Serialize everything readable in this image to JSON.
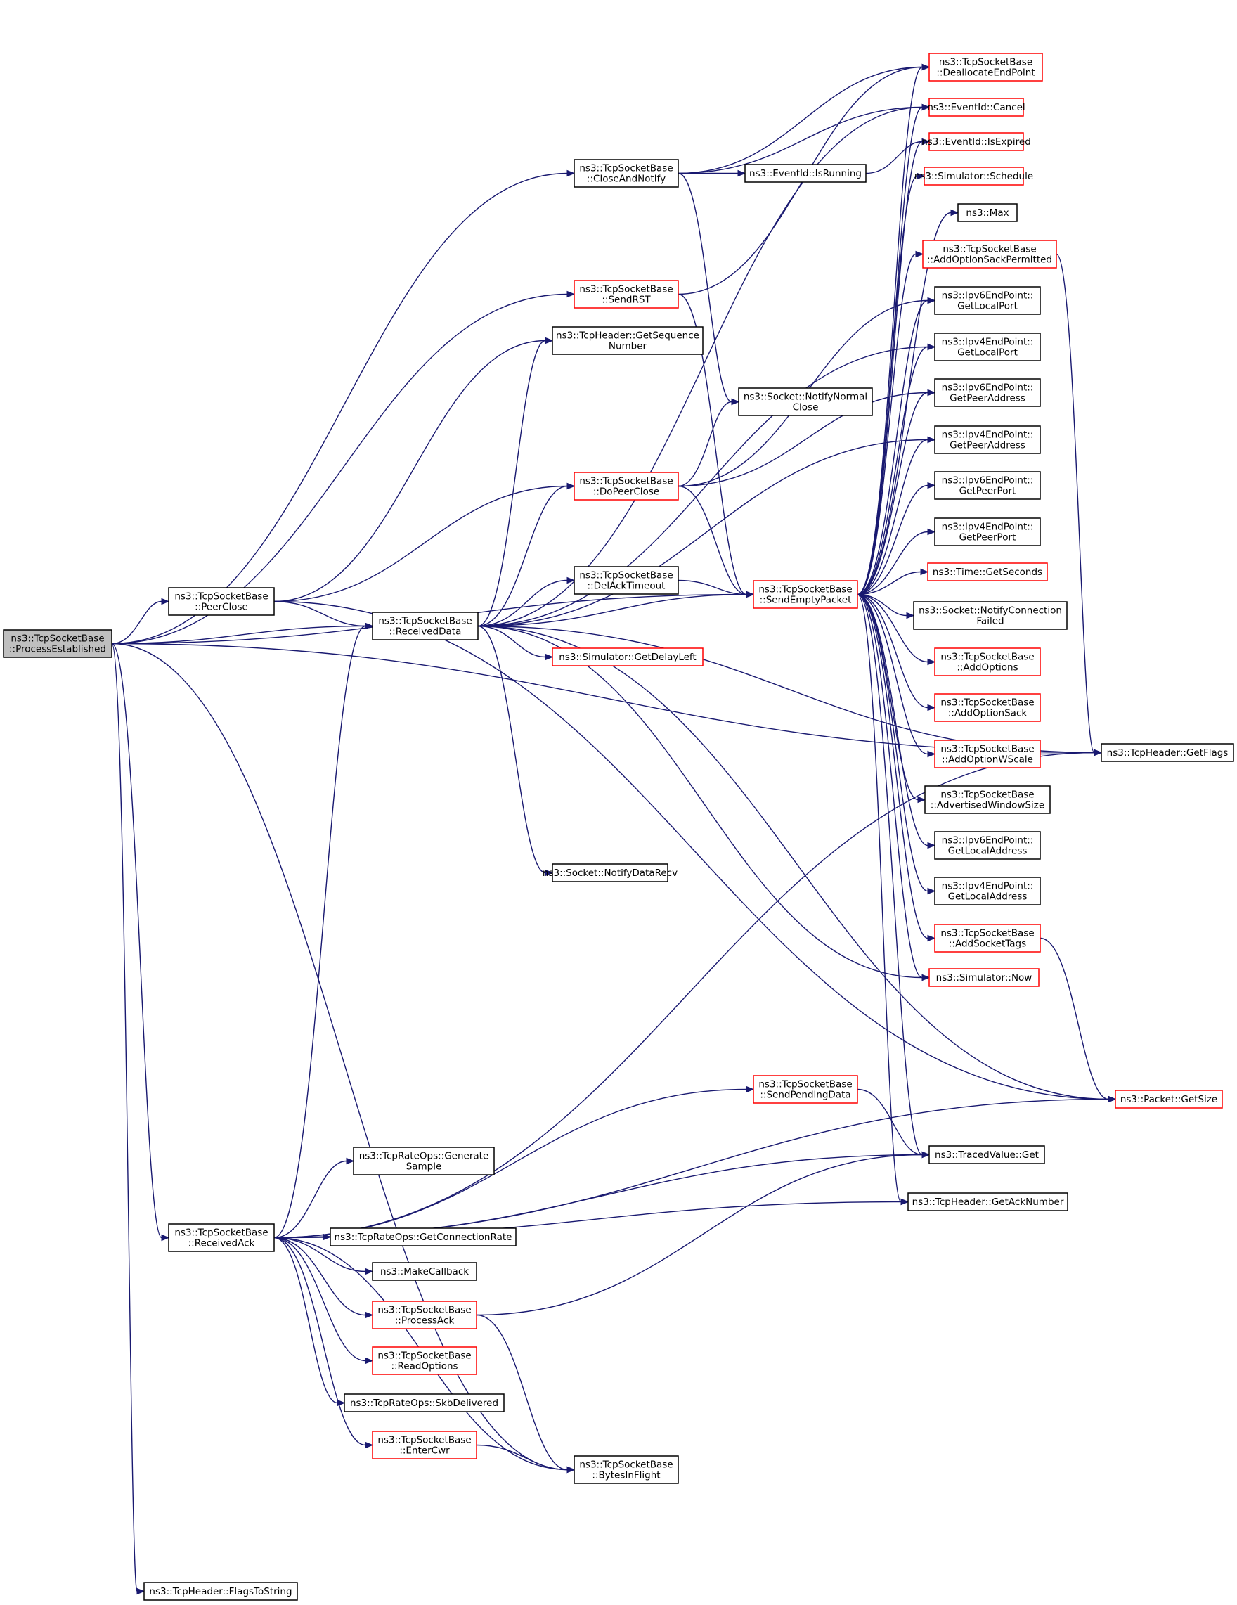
{
  "colors": {
    "edge": "#191970",
    "border_default": "#000000",
    "border_truncated": "#ff0000",
    "fill_default": "#ffffff",
    "fill_root": "#bfbfbf"
  },
  "nodes": [
    {
      "id": "n0",
      "lines": [
        "ns3::TcpSocketBase",
        "::ProcessEstablished"
      ],
      "style": "root"
    },
    {
      "id": "n1",
      "lines": [
        "ns3::TcpSocketBase",
        "::CloseAndNotify"
      ],
      "style": "normal"
    },
    {
      "id": "n2",
      "lines": [
        "ns3::TcpSocketBase",
        "::DeallocateEndPoint"
      ],
      "style": "truncated"
    },
    {
      "id": "n3",
      "lines": [
        "ns3::EventId::Cancel"
      ],
      "style": "truncated"
    },
    {
      "id": "n4",
      "lines": [
        "ns3::EventId::IsExpired"
      ],
      "style": "truncated"
    },
    {
      "id": "n5",
      "lines": [
        "ns3::EventId::IsRunning"
      ],
      "style": "normal"
    },
    {
      "id": "n6",
      "lines": [
        "ns3::Simulator::Schedule"
      ],
      "style": "truncated"
    },
    {
      "id": "n7",
      "lines": [
        "ns3::Max"
      ],
      "style": "normal"
    },
    {
      "id": "n8",
      "lines": [
        "ns3::TcpSocketBase",
        "::AddOptionSackPermitted"
      ],
      "style": "truncated"
    },
    {
      "id": "n9",
      "lines": [
        "ns3::TcpSocketBase",
        "::SendRST"
      ],
      "style": "truncated"
    },
    {
      "id": "n10",
      "lines": [
        "ns3::TcpHeader::GetSequence",
        "Number"
      ],
      "style": "normal"
    },
    {
      "id": "n11",
      "lines": [
        "ns3::Socket::NotifyNormal",
        "Close"
      ],
      "style": "normal"
    },
    {
      "id": "n12",
      "lines": [
        "ns3::Ipv6EndPoint::",
        "GetLocalPort"
      ],
      "style": "normal"
    },
    {
      "id": "n13",
      "lines": [
        "ns3::Ipv4EndPoint::",
        "GetLocalPort"
      ],
      "style": "normal"
    },
    {
      "id": "n14",
      "lines": [
        "ns3::Ipv6EndPoint::",
        "GetPeerAddress"
      ],
      "style": "normal"
    },
    {
      "id": "n15",
      "lines": [
        "ns3::Ipv4EndPoint::",
        "GetPeerAddress"
      ],
      "style": "normal"
    },
    {
      "id": "n16",
      "lines": [
        "ns3::TcpSocketBase",
        "::DoPeerClose"
      ],
      "style": "truncated"
    },
    {
      "id": "n17",
      "lines": [
        "ns3::Ipv6EndPoint::",
        "GetPeerPort"
      ],
      "style": "normal"
    },
    {
      "id": "n18",
      "lines": [
        "ns3::Ipv4EndPoint::",
        "GetPeerPort"
      ],
      "style": "normal"
    },
    {
      "id": "n19",
      "lines": [
        "ns3::TcpSocketBase",
        "::DelAckTimeout"
      ],
      "style": "normal"
    },
    {
      "id": "n20",
      "lines": [
        "ns3::TcpSocketBase",
        "::SendEmptyPacket"
      ],
      "style": "truncated"
    },
    {
      "id": "n21",
      "lines": [
        "ns3::Time::GetSeconds"
      ],
      "style": "truncated"
    },
    {
      "id": "n22",
      "lines": [
        "ns3::TcpSocketBase",
        "::PeerClose"
      ],
      "style": "normal"
    },
    {
      "id": "n23",
      "lines": [
        "ns3::TcpSocketBase",
        "::ReceivedData"
      ],
      "style": "normal"
    },
    {
      "id": "n24",
      "lines": [
        "ns3::Socket::NotifyConnection",
        "Failed"
      ],
      "style": "normal"
    },
    {
      "id": "n25",
      "lines": [
        "ns3::Simulator::GetDelayLeft"
      ],
      "style": "truncated"
    },
    {
      "id": "n26",
      "lines": [
        "ns3::TcpSocketBase",
        "::AddOptions"
      ],
      "style": "truncated"
    },
    {
      "id": "n27",
      "lines": [
        "ns3::TcpSocketBase",
        "::AddOptionSack"
      ],
      "style": "truncated"
    },
    {
      "id": "n28",
      "lines": [
        "ns3::TcpSocketBase",
        "::AddOptionWScale"
      ],
      "style": "truncated"
    },
    {
      "id": "n29",
      "lines": [
        "ns3::TcpHeader::GetFlags"
      ],
      "style": "normal"
    },
    {
      "id": "n30",
      "lines": [
        "ns3::TcpSocketBase",
        "::AdvertisedWindowSize"
      ],
      "style": "normal"
    },
    {
      "id": "n31",
      "lines": [
        "ns3::Ipv6EndPoint::",
        "GetLocalAddress"
      ],
      "style": "normal"
    },
    {
      "id": "n32",
      "lines": [
        "ns3::Socket::NotifyDataRecv"
      ],
      "style": "normal"
    },
    {
      "id": "n33",
      "lines": [
        "ns3::Ipv4EndPoint::",
        "GetLocalAddress"
      ],
      "style": "normal"
    },
    {
      "id": "n34",
      "lines": [
        "ns3::TcpSocketBase",
        "::AddSocketTags"
      ],
      "style": "truncated"
    },
    {
      "id": "n35",
      "lines": [
        "ns3::Simulator::Now"
      ],
      "style": "truncated"
    },
    {
      "id": "n36",
      "lines": [
        "ns3::TcpSocketBase",
        "::SendPendingData"
      ],
      "style": "truncated"
    },
    {
      "id": "n37",
      "lines": [
        "ns3::Packet::GetSize"
      ],
      "style": "truncated"
    },
    {
      "id": "n38",
      "lines": [
        "ns3::TcpRateOps::Generate",
        "Sample"
      ],
      "style": "normal"
    },
    {
      "id": "n39",
      "lines": [
        "ns3::TracedValue::Get"
      ],
      "style": "normal"
    },
    {
      "id": "n40",
      "lines": [
        "ns3::TcpHeader::GetAckNumber"
      ],
      "style": "normal"
    },
    {
      "id": "n41",
      "lines": [
        "ns3::TcpSocketBase",
        "::ReceivedAck"
      ],
      "style": "normal"
    },
    {
      "id": "n42",
      "lines": [
        "ns3::TcpRateOps::GetConnectionRate"
      ],
      "style": "normal"
    },
    {
      "id": "n43",
      "lines": [
        "ns3::MakeCallback"
      ],
      "style": "normal"
    },
    {
      "id": "n44",
      "lines": [
        "ns3::TcpSocketBase",
        "::ProcessAck"
      ],
      "style": "truncated"
    },
    {
      "id": "n45",
      "lines": [
        "ns3::TcpSocketBase",
        "::ReadOptions"
      ],
      "style": "truncated"
    },
    {
      "id": "n46",
      "lines": [
        "ns3::TcpRateOps::SkbDelivered"
      ],
      "style": "normal"
    },
    {
      "id": "n47",
      "lines": [
        "ns3::TcpSocketBase",
        "::EnterCwr"
      ],
      "style": "truncated"
    },
    {
      "id": "n48",
      "lines": [
        "ns3::TcpSocketBase",
        "::BytesInFlight"
      ],
      "style": "normal"
    },
    {
      "id": "n49",
      "lines": [
        "ns3::TcpHeader::FlagsToString"
      ],
      "style": "normal"
    }
  ],
  "edges": [
    [
      "n0",
      "n1"
    ],
    [
      "n0",
      "n9"
    ],
    [
      "n0",
      "n22"
    ],
    [
      "n0",
      "n23"
    ],
    [
      "n0",
      "n20"
    ],
    [
      "n0",
      "n29"
    ],
    [
      "n0",
      "n41"
    ],
    [
      "n0",
      "n49"
    ],
    [
      "n0",
      "n48"
    ],
    [
      "n1",
      "n2"
    ],
    [
      "n1",
      "n3"
    ],
    [
      "n1",
      "n5"
    ],
    [
      "n1",
      "n11"
    ],
    [
      "n5",
      "n4"
    ],
    [
      "n9",
      "n2"
    ],
    [
      "n9",
      "n20"
    ],
    [
      "n22",
      "n10"
    ],
    [
      "n22",
      "n16"
    ],
    [
      "n22",
      "n23"
    ],
    [
      "n22",
      "n37"
    ],
    [
      "n16",
      "n11"
    ],
    [
      "n16",
      "n20"
    ],
    [
      "n16",
      "n12"
    ],
    [
      "n16",
      "n14"
    ],
    [
      "n23",
      "n10"
    ],
    [
      "n23",
      "n16"
    ],
    [
      "n23",
      "n19"
    ],
    [
      "n23",
      "n20"
    ],
    [
      "n23",
      "n25"
    ],
    [
      "n23",
      "n32"
    ],
    [
      "n23",
      "n35"
    ],
    [
      "n23",
      "n37"
    ],
    [
      "n23",
      "n3"
    ],
    [
      "n23",
      "n13"
    ],
    [
      "n23",
      "n15"
    ],
    [
      "n23",
      "n29"
    ],
    [
      "n19",
      "n20"
    ],
    [
      "n20",
      "n3"
    ],
    [
      "n20",
      "n4"
    ],
    [
      "n20",
      "n6"
    ],
    [
      "n20",
      "n7"
    ],
    [
      "n20",
      "n8"
    ],
    [
      "n20",
      "n12"
    ],
    [
      "n20",
      "n13"
    ],
    [
      "n20",
      "n14"
    ],
    [
      "n20",
      "n15"
    ],
    [
      "n20",
      "n17"
    ],
    [
      "n20",
      "n18"
    ],
    [
      "n20",
      "n21"
    ],
    [
      "n20",
      "n24"
    ],
    [
      "n20",
      "n26"
    ],
    [
      "n20",
      "n27"
    ],
    [
      "n20",
      "n28"
    ],
    [
      "n20",
      "n30"
    ],
    [
      "n20",
      "n31"
    ],
    [
      "n20",
      "n33"
    ],
    [
      "n20",
      "n34"
    ],
    [
      "n20",
      "n35"
    ],
    [
      "n20",
      "n39"
    ],
    [
      "n20",
      "n40"
    ],
    [
      "n20",
      "n2"
    ],
    [
      "n8",
      "n29"
    ],
    [
      "n28",
      "n29"
    ],
    [
      "n34",
      "n37"
    ],
    [
      "n41",
      "n36"
    ],
    [
      "n41",
      "n38"
    ],
    [
      "n41",
      "n39"
    ],
    [
      "n41",
      "n40"
    ],
    [
      "n41",
      "n42"
    ],
    [
      "n41",
      "n43"
    ],
    [
      "n41",
      "n44"
    ],
    [
      "n41",
      "n45"
    ],
    [
      "n41",
      "n46"
    ],
    [
      "n41",
      "n47"
    ],
    [
      "n41",
      "n48"
    ],
    [
      "n41",
      "n23"
    ],
    [
      "n41",
      "n29"
    ],
    [
      "n41",
      "n37"
    ],
    [
      "n36",
      "n39"
    ],
    [
      "n44",
      "n39"
    ],
    [
      "n44",
      "n48"
    ],
    [
      "n47",
      "n48"
    ]
  ]
}
